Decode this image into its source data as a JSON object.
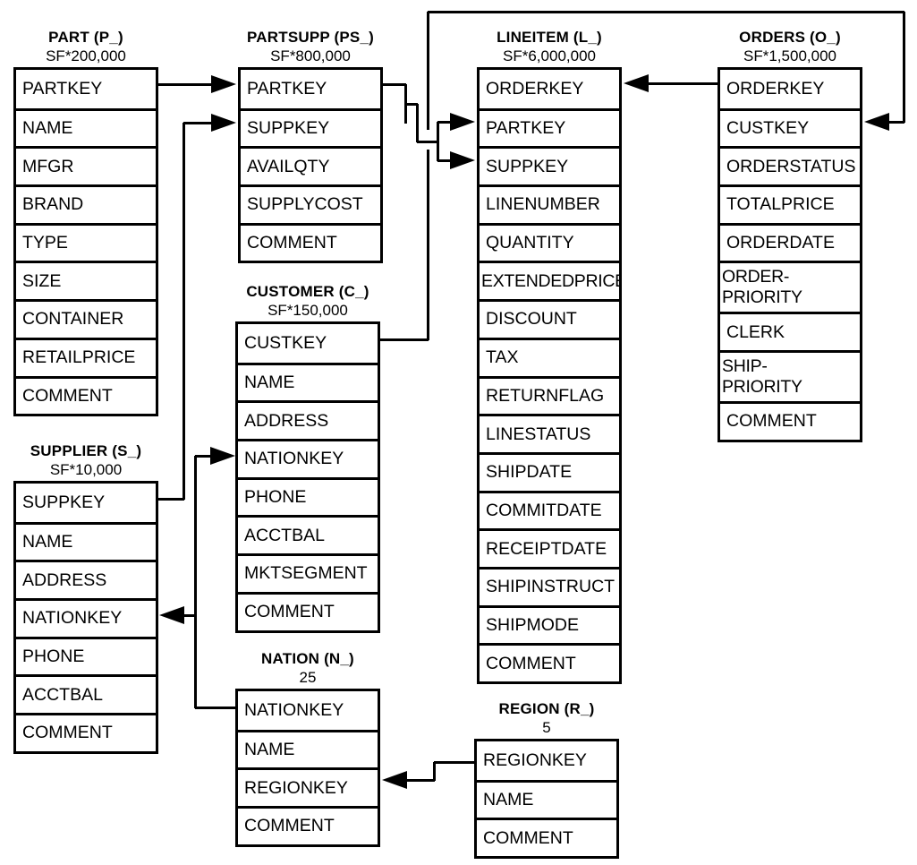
{
  "colors": {
    "line": "#000000",
    "text": "#000000",
    "background": "#ffffff"
  },
  "tables": [
    {
      "id": "part",
      "title": "PART (P_)",
      "scale": "SF*200,000",
      "fields": [
        "PARTKEY",
        "NAME",
        "MFGR",
        "BRAND",
        "TYPE",
        "SIZE",
        "CONTAINER",
        "RETAILPRICE",
        "COMMENT"
      ]
    },
    {
      "id": "partsupp",
      "title": "PARTSUPP (PS_)",
      "scale": "SF*800,000",
      "fields": [
        "PARTKEY",
        "SUPPKEY",
        "AVAILQTY",
        "SUPPLYCOST",
        "COMMENT"
      ]
    },
    {
      "id": "lineitem",
      "title": "LINEITEM (L_)",
      "scale": "SF*6,000,000",
      "fields": [
        "ORDERKEY",
        "PARTKEY",
        "SUPPKEY",
        "LINENUMBER",
        "QUANTITY",
        "EXTENDEDPRICE",
        "DISCOUNT",
        "TAX",
        "RETURNFLAG",
        "LINESTATUS",
        "SHIPDATE",
        "COMMITDATE",
        "RECEIPTDATE",
        "SHIPINSTRUCT",
        "SHIPMODE",
        "COMMENT"
      ]
    },
    {
      "id": "orders",
      "title": "ORDERS (O_)",
      "scale": "SF*1,500,000",
      "fields": [
        "ORDERKEY",
        "CUSTKEY",
        "ORDERSTATUS",
        "TOTALPRICE",
        "ORDERDATE",
        "ORDER-\nPRIORITY",
        "CLERK",
        "SHIP-\nPRIORITY",
        "COMMENT"
      ]
    },
    {
      "id": "customer",
      "title": "CUSTOMER (C_)",
      "scale": "SF*150,000",
      "fields": [
        "CUSTKEY",
        "NAME",
        "ADDRESS",
        "NATIONKEY",
        "PHONE",
        "ACCTBAL",
        "MKTSEGMENT",
        "COMMENT"
      ]
    },
    {
      "id": "supplier",
      "title": "SUPPLIER (S_)",
      "scale": "SF*10,000",
      "fields": [
        "SUPPKEY",
        "NAME",
        "ADDRESS",
        "NATIONKEY",
        "PHONE",
        "ACCTBAL",
        "COMMENT"
      ]
    },
    {
      "id": "nation",
      "title": "NATION (N_)",
      "scale": "25",
      "fields": [
        "NATIONKEY",
        "NAME",
        "REGIONKEY",
        "COMMENT"
      ]
    },
    {
      "id": "region",
      "title": "REGION (R_)",
      "scale": "5",
      "fields": [
        "REGIONKEY",
        "NAME",
        "COMMENT"
      ]
    }
  ],
  "relationships": [
    {
      "from": "PART.PARTKEY",
      "to": "PARTSUPP.PARTKEY"
    },
    {
      "from": "SUPPLIER.SUPPKEY",
      "to": "PARTSUPP.SUPPKEY"
    },
    {
      "from": "PARTSUPP.PARTKEY",
      "to": "LINEITEM.PARTKEY"
    },
    {
      "from": "PARTSUPP.SUPPKEY",
      "to": "LINEITEM.SUPPKEY"
    },
    {
      "from": "ORDERS.ORDERKEY",
      "to": "LINEITEM.ORDERKEY"
    },
    {
      "from": "CUSTOMER.CUSTKEY",
      "to": "ORDERS.CUSTKEY"
    },
    {
      "from": "NATION.NATIONKEY",
      "to": "CUSTOMER.NATIONKEY"
    },
    {
      "from": "NATION.NATIONKEY",
      "to": "SUPPLIER.NATIONKEY"
    },
    {
      "from": "REGION.REGIONKEY",
      "to": "NATION.REGIONKEY"
    }
  ]
}
